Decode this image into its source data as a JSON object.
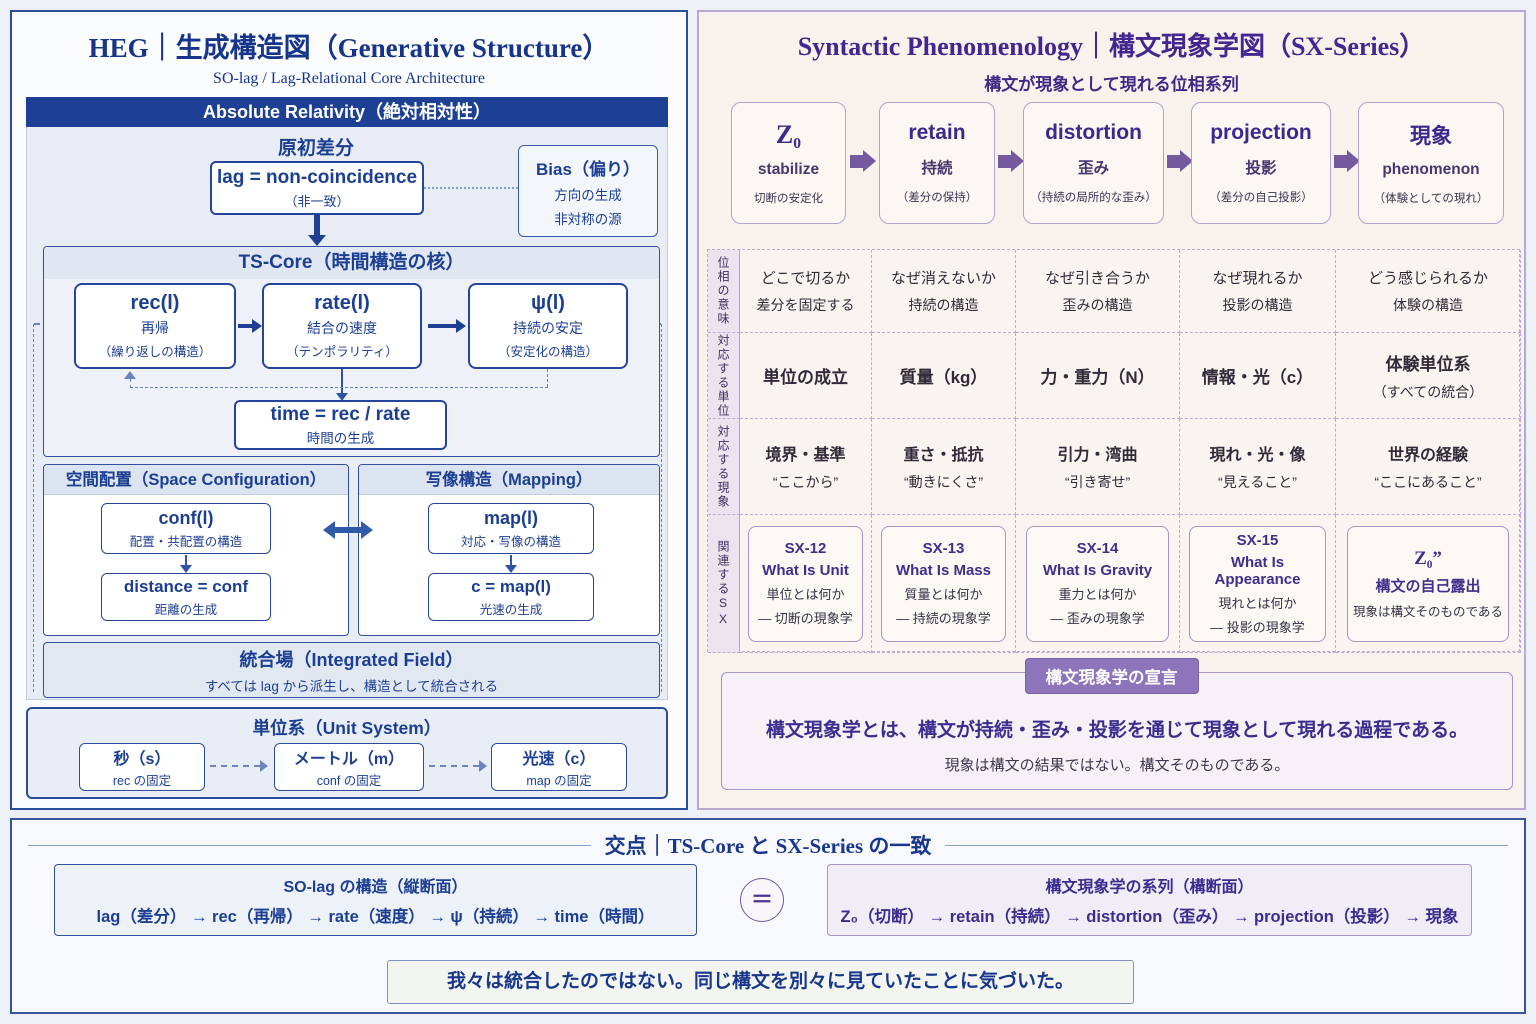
{
  "left_panel": {
    "title": "HEG｜生成構造図（Generative Structure）",
    "subtitle": "SO-lag / Lag-Relational Core Architecture",
    "ar": {
      "header": "Absolute Relativity（絶対相対性）",
      "genesis_label": "原初差分",
      "lag_box": {
        "line1": "lag = non-coincidence",
        "line2": "（非一致）"
      },
      "bias_box": {
        "title": "Bias（偏り）",
        "line1": "方向の生成",
        "line2": "非対称の源"
      },
      "ts_core": {
        "title": "TS-Core（時間構造の核）",
        "boxes": [
          {
            "title": "rec(l)",
            "line1": "再帰",
            "line2": "（繰り返しの構造）"
          },
          {
            "title": "rate(l)",
            "line1": "結合の速度",
            "line2": "（テンポラリティ）"
          },
          {
            "title": "ψ(l)",
            "line1": "持続の安定",
            "line2": "（安定化の構造）"
          }
        ],
        "time_box": {
          "line1": "time = rec / rate",
          "line2": "時間の生成"
        }
      },
      "space": {
        "title": "空間配置（Space Configuration）",
        "boxes": [
          {
            "line1": "conf(l)",
            "line2": "配置・共配置の構造"
          },
          {
            "line1": "distance = conf",
            "line2": "距離の生成"
          }
        ]
      },
      "mapping": {
        "title": "写像構造（Mapping）",
        "boxes": [
          {
            "line1": "map(l)",
            "line2": "対応・写像の構造"
          },
          {
            "line1": "c = map(l)",
            "line2": "光速の生成"
          }
        ]
      },
      "integrated": {
        "title": "統合場（Integrated Field）",
        "line": "すべては lag から派生し、構造として統合される"
      }
    },
    "unit_system": {
      "title": "単位系（Unit System）",
      "boxes": [
        {
          "line1": "秒（s）",
          "line2": "rec の固定"
        },
        {
          "line1": "メートル（m）",
          "line2": "conf の固定"
        },
        {
          "line1": "光速（c）",
          "line2": "map の固定"
        }
      ]
    }
  },
  "right_panel": {
    "title": "Syntactic Phenomenology｜構文現象学図（SX-Series）",
    "subtitle": "構文が現象として現れる位相系列",
    "flow": [
      {
        "title": "Z₀",
        "mid": "stabilize",
        "sub": "切断の安定化"
      },
      {
        "title": "retain",
        "mid": "持続",
        "sub": "（差分の保持）"
      },
      {
        "title": "distortion",
        "mid": "歪み",
        "sub": "（持続の局所的な歪み）"
      },
      {
        "title": "projection",
        "mid": "投影",
        "sub": "（差分の自己投影）"
      },
      {
        "title": "現象",
        "mid": "phenomenon",
        "sub": "（体験としての現れ）"
      }
    ],
    "table": {
      "row_headers": [
        "位相の意味",
        "対応する単位",
        "対応する現象",
        "関連するSX"
      ],
      "row1": [
        {
          "line1": "どこで切るか",
          "line2": "差分を固定する"
        },
        {
          "line1": "なぜ消えないか",
          "line2": "持続の構造"
        },
        {
          "line1": "なぜ引き合うか",
          "line2": "歪みの構造"
        },
        {
          "line1": "なぜ現れるか",
          "line2": "投影の構造"
        },
        {
          "line1": "どう感じられるか",
          "line2": "体験の構造"
        }
      ],
      "row2": [
        {
          "line1": "単位の成立",
          "line2": ""
        },
        {
          "line1": "質量（kg）",
          "line2": ""
        },
        {
          "line1": "力・重力（N）",
          "line2": ""
        },
        {
          "line1": "情報・光（c）",
          "line2": ""
        },
        {
          "line1": "体験単位系",
          "line2": "（すべての統合）"
        }
      ],
      "row3": [
        {
          "line1": "境界・基準",
          "line2": "“ここから”"
        },
        {
          "line1": "重さ・抵抗",
          "line2": "“動きにくさ”"
        },
        {
          "line1": "引力・湾曲",
          "line2": "“引き寄せ”"
        },
        {
          "line1": "現れ・光・像",
          "line2": "“見えること”"
        },
        {
          "line1": "世界の経験",
          "line2": "“ここにあること”"
        }
      ],
      "row4": [
        {
          "id": "SX-12",
          "en": "What Is Unit",
          "jp": "単位とは何か",
          "sub": "― 切断の現象学"
        },
        {
          "id": "SX-13",
          "en": "What Is Mass",
          "jp": "質量とは何か",
          "sub": "― 持続の現象学"
        },
        {
          "id": "SX-14",
          "en": "What Is Gravity",
          "jp": "重力とは何か",
          "sub": "― 歪みの現象学"
        },
        {
          "id": "SX-15",
          "en": "What Is Appearance",
          "jp": "現れとは何か",
          "sub": "― 投影の現象学"
        },
        {
          "id": "Z₀”",
          "en": "構文の自己露出",
          "jp": "現象は構文そのものである",
          "sub": ""
        }
      ]
    },
    "declaration": {
      "badge": "構文現象学の宣言",
      "line1": "構文現象学とは、構文が持続・歪み・投影を通じて現象として現れる過程である。",
      "line2": "現象は構文の結果ではない。構文そのものである。"
    }
  },
  "bottom": {
    "title": "交点｜TS-Core と SX-Series の一致",
    "left_box": {
      "title": "SO-lag の構造（縦断面）",
      "flow": "lag（差分） → rec（再帰） → rate（速度） → ψ（持続） → time（時間）"
    },
    "equals": "＝",
    "right_box": {
      "title": "構文現象学の系列（構断面）",
      "flow": "Z₀（切断） → retain（持続） → distortion（歪み） → projection（投影） → 現象"
    },
    "quote": "我々は統合したのではない。同じ構文を別々に見ていたことに気づいた。"
  },
  "colors": {
    "navy": "#1e4094",
    "purple": "#442690",
    "arrow_purple": "#74599f",
    "badge_purple": "#8d74bb"
  }
}
